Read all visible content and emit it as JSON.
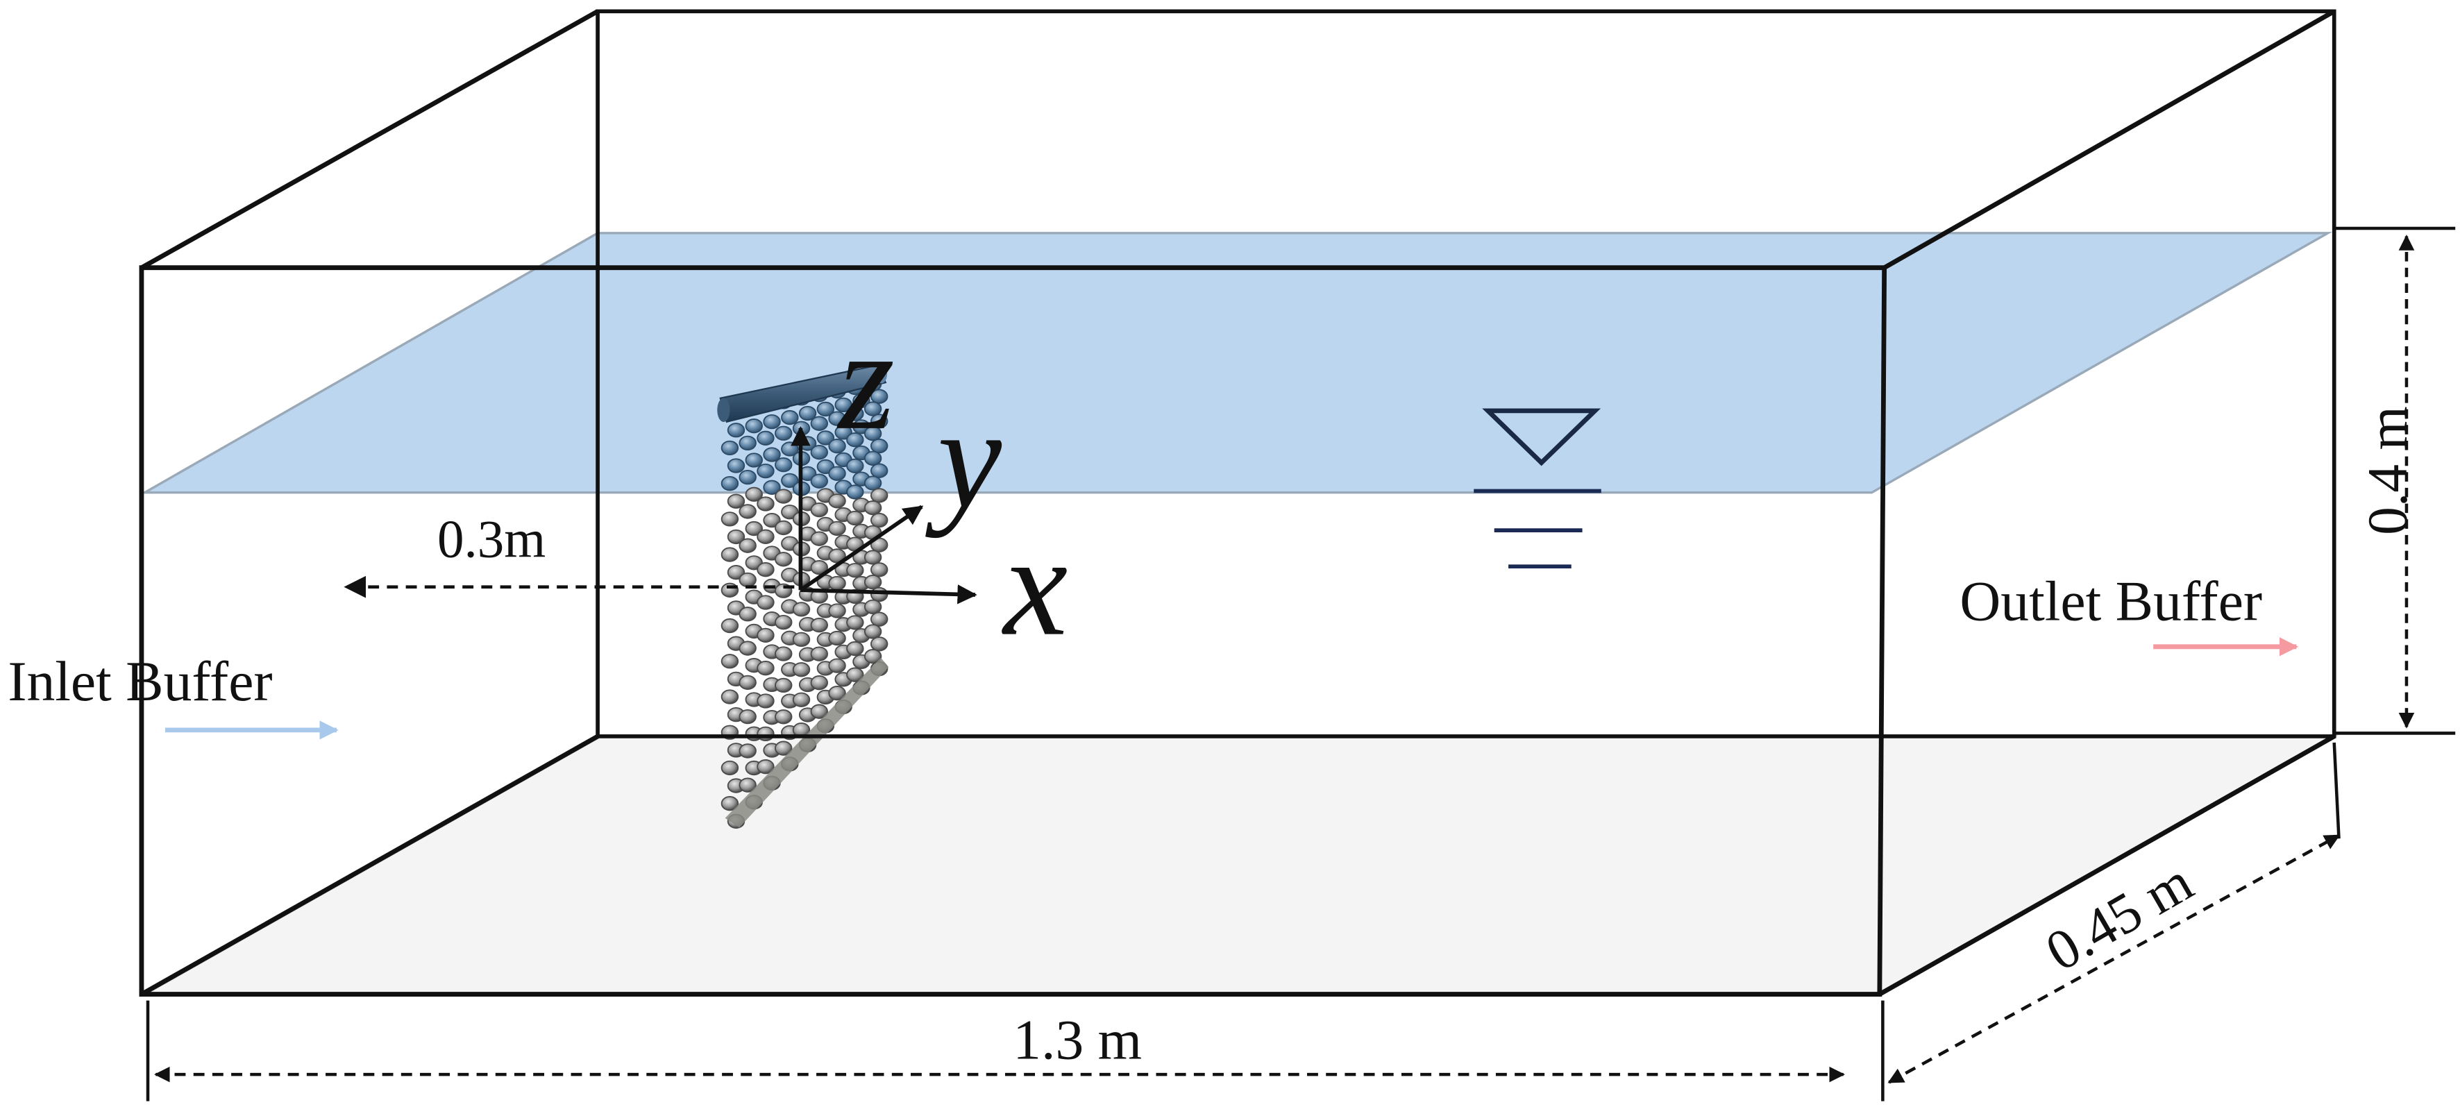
{
  "labels": {
    "inlet": "Inlet Buffer",
    "outlet": "Outlet Buffer",
    "distance": "0.3m",
    "length": "1.3 m",
    "width": "0.45 m",
    "depth": "0.4 m"
  },
  "axes": {
    "x": "x",
    "y": "y",
    "z": "z"
  },
  "colors": {
    "water": "#a9cbea",
    "floor": "#f4f4f4",
    "edge": "#111111",
    "inlet_arrow": "#a8c8ec",
    "outlet_arrow": "#f49aa0",
    "water_symbol": "#1b2a55",
    "net_bar": "#2e4a66"
  },
  "icons": {
    "water_level": "inverted-triangle-water-level-symbol",
    "net": "chain-link-net-panel"
  }
}
